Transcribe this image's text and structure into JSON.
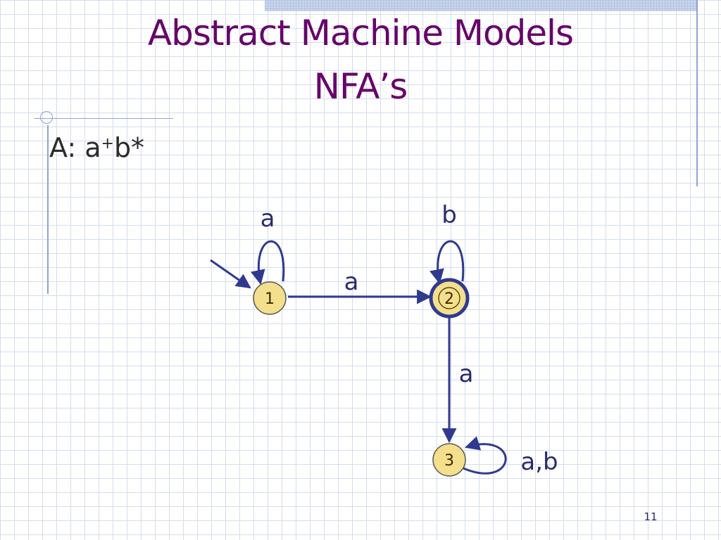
{
  "slide": {
    "title_line1": "Abstract Machine Models",
    "title_line2": "NFA’s",
    "bullet_prefix": "A:  a",
    "bullet_sup": "+",
    "bullet_suffix": "b*",
    "page_number": "11"
  },
  "diagram": {
    "states": [
      {
        "id": "1",
        "label": "1",
        "start": true,
        "accepting": false
      },
      {
        "id": "2",
        "label": "2",
        "start": false,
        "accepting": true
      },
      {
        "id": "3",
        "label": "3",
        "start": false,
        "accepting": false
      }
    ],
    "transitions": [
      {
        "from": "1",
        "to": "1",
        "label": "a"
      },
      {
        "from": "1",
        "to": "2",
        "label": "a"
      },
      {
        "from": "2",
        "to": "2",
        "label": "b"
      },
      {
        "from": "2",
        "to": "3",
        "label": "a"
      },
      {
        "from": "3",
        "to": "3",
        "label": "a,b"
      }
    ]
  },
  "colors": {
    "title": "#66066a",
    "edge": "#2f3a8f",
    "state_fill": "#f3df8c",
    "state_stroke": "#5a5a5a",
    "accept_ring": "#2f3a8f",
    "grid": "#d4dcee"
  }
}
